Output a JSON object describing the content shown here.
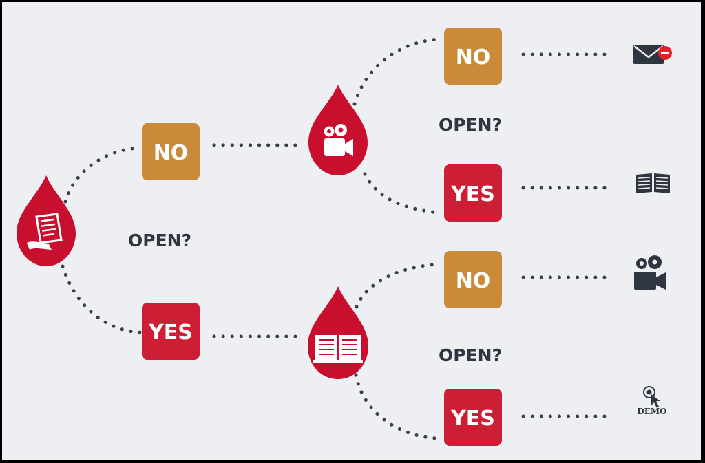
{
  "colors": {
    "background": "#eeeff3",
    "no_box": "#c98a3a",
    "yes_box": "#cc1f36",
    "drop": "#c8102e",
    "dots": "#3b4048",
    "icon_dark": "#2f3640"
  },
  "questions": {
    "first": "OPEN?",
    "upper": "OPEN?",
    "lower": "OPEN?"
  },
  "branches": {
    "first_no": "NO",
    "first_yes": "YES",
    "upper_no": "NO",
    "upper_yes": "YES",
    "lower_no": "NO",
    "lower_yes": "YES"
  },
  "nodes": {
    "start_icon": "letter-icon",
    "upper_icon": "video-camera-icon",
    "lower_icon": "open-book-icon"
  },
  "outcomes": {
    "upper_no_icon": "envelope-remove-icon",
    "upper_yes_icon": "book-icon",
    "lower_no_icon": "video-camera-icon",
    "lower_yes_icon": "demo-click-icon",
    "lower_yes_text": "DEMO"
  }
}
